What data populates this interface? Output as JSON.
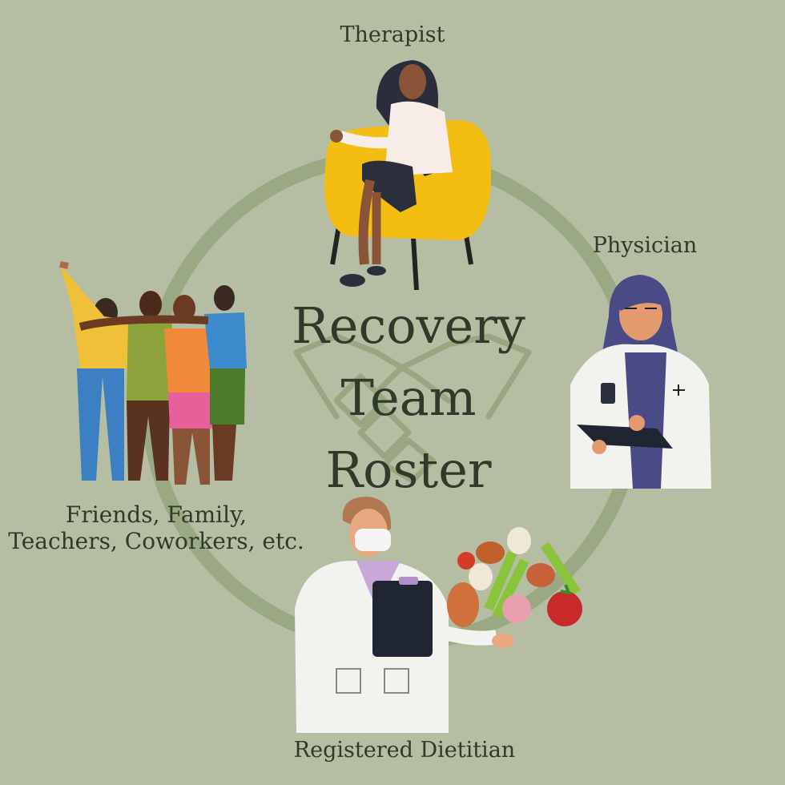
{
  "title": {
    "line1": "Recovery",
    "line2": "Team",
    "line3": "Roster"
  },
  "roles": {
    "therapist": "Therapist",
    "physician": "Physician",
    "friends": "Friends, Family, Teachers, Coworkers, etc.",
    "dietitian": "Registered Dietitian"
  },
  "colors": {
    "background": "#b5bea2",
    "ring": "#95a57e",
    "text": "#2f3a2a",
    "chair": "#f4bd12"
  },
  "icons": [
    "handshake-icon",
    "therapist-figure",
    "physician-figure",
    "group-figure",
    "dietitian-figure",
    "vegetables-illustration"
  ]
}
